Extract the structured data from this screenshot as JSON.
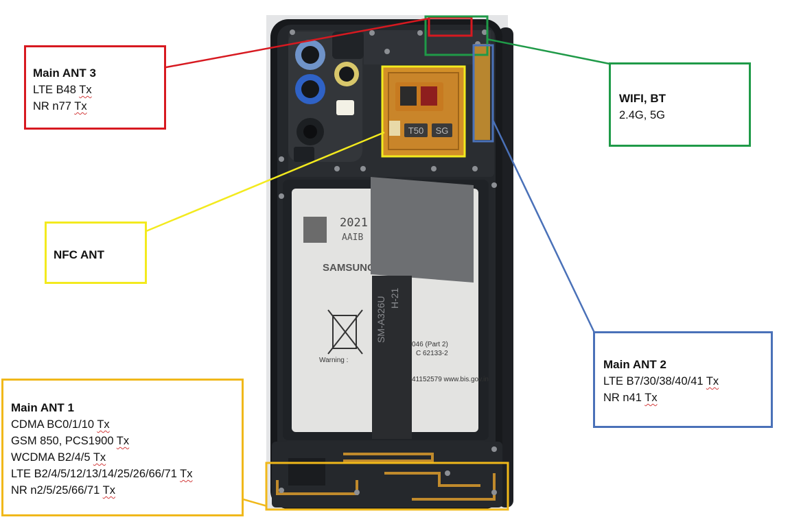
{
  "colors": {
    "main_ant_3": "#d71920",
    "wifi_bt": "#1f9a48",
    "main_ant_2": "#4a71b8",
    "nfc": "#f3ea1e",
    "main_ant_1": "#f0b81a"
  },
  "callouts": {
    "main_ant_3": {
      "title": "Main ANT 3",
      "lines": [
        "LTE B48 Tx",
        "NR n77 Tx"
      ]
    },
    "wifi_bt": {
      "title": "WIFI, BT",
      "lines": [
        "2.4G, 5G"
      ]
    },
    "nfc": {
      "title": "NFC ANT",
      "lines": []
    },
    "main_ant_2": {
      "title": "Main ANT 2",
      "lines": [
        "LTE B7/30/38/40/41 Tx",
        "NR n41 Tx"
      ]
    },
    "main_ant_1": {
      "title": "Main ANT 1",
      "lines": [
        "CDMA BC0/1/10 Tx",
        "GSM 850, PCS1900 Tx",
        "WCDMA B2/4/5 Tx",
        "LTE B2/4/5/12/13/14/25/26/66/71 Tx",
        "NR n2/5/25/66/71 Tx"
      ]
    }
  },
  "photo": {
    "battery_brand": "SAMSUNG",
    "battery_year": "2021",
    "battery_code_fragment": "AAIB",
    "flex_label": "SM-A326U",
    "flex_label_2": "H-21",
    "nfc_chip_left": "T50",
    "nfc_chip_right": "SG",
    "battery_warning": "Warning :",
    "battery_site": "41152579 www.bis.gov.in",
    "battery_std": "C 62133-2",
    "battery_part": "046 (Part 2)"
  }
}
